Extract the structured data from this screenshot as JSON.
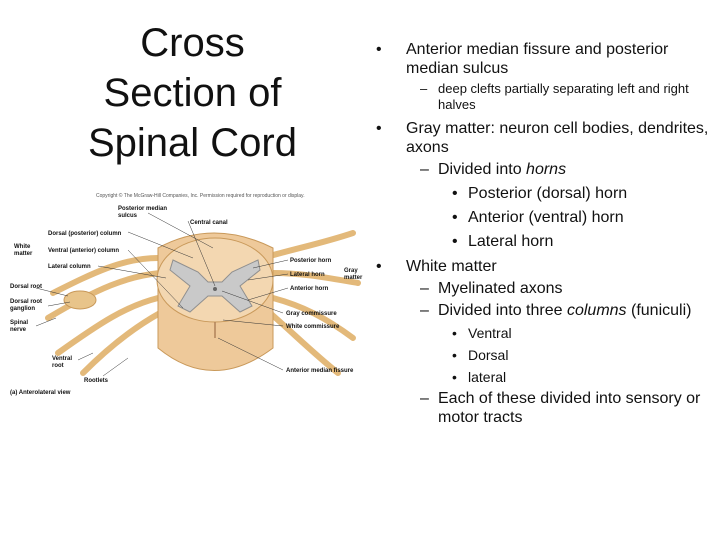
{
  "slide": {
    "title_lines": [
      "Cross",
      "Section of",
      "Spinal Cord"
    ]
  },
  "figure": {
    "copyright": "Copyright © The McGraw-Hill Companies, Inc. Permission required for reproduction or display.",
    "caption": "(a) Anterolateral view",
    "labels": {
      "posterior_median_sulcus_1": "Posterior median",
      "posterior_median_sulcus_2": "sulcus",
      "central_canal": "Central canal",
      "dorsal_column": "Dorsal (posterior) column",
      "ventral_column": "Ventral (anterior) column",
      "lateral_column": "Lateral column",
      "white_matter_1": "White",
      "white_matter_2": "matter",
      "dorsal_root": "Dorsal root",
      "dorsal_root_ganglion_1": "Dorsal root",
      "dorsal_root_ganglion_2": "ganglion",
      "spinal_nerve_1": "Spinal",
      "spinal_nerve_2": "nerve",
      "ventral_root_1": "Ventral",
      "ventral_root_2": "root",
      "rootlets": "Rootlets",
      "posterior_horn": "Posterior horn",
      "lateral_horn": "Lateral horn",
      "anterior_horn": "Anterior horn",
      "gray_matter_1": "Gray",
      "gray_matter_2": "matter",
      "gray_commissure": "Gray commissure",
      "white_commissure": "White commissure",
      "anterior_median_fissure": "Anterior median fissure"
    }
  },
  "bullets": {
    "b1": "Anterior median fissure and posterior median sulcus",
    "b1_sub": "deep clefts partially separating left and right halves",
    "b2": "Gray matter: neuron cell bodies, dendrites, axons",
    "b2_sub_prefix": "Divided into ",
    "b2_sub_em": "horns",
    "b2_items": [
      "Posterior (dorsal) horn",
      "Anterior (ventral) horn",
      "Lateral horn"
    ],
    "b3": "White matter",
    "b3_sub1": "Myelinated axons",
    "b3_sub2_prefix": "Divided into three ",
    "b3_sub2_em": "columns",
    "b3_sub2_suffix": " (funiculi)",
    "b3_items": [
      "Ventral",
      "Dorsal",
      "lateral"
    ],
    "b3_sub3": "Each of these divided into sensory or motor tracts"
  }
}
